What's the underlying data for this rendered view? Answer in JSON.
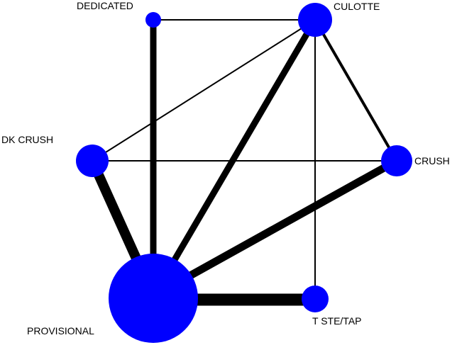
{
  "colors": {
    "node_fill": "#0000ff",
    "edge": "#000000",
    "background": "#ffffff"
  },
  "nodes": [
    {
      "id": "dedicated",
      "label": "DEDICATED"
    },
    {
      "id": "culotte",
      "label": "CULOTTE"
    },
    {
      "id": "dk_crush",
      "label": "DK CRUSH"
    },
    {
      "id": "crush",
      "label": "CRUSH"
    },
    {
      "id": "provisional",
      "label": "PROVISIONAL"
    },
    {
      "id": "t_stent",
      "label": "T STE/TAP"
    }
  ],
  "edges": [
    {
      "from": "dedicated",
      "to": "culotte"
    },
    {
      "from": "dedicated",
      "to": "provisional"
    },
    {
      "from": "culotte",
      "to": "dk_crush"
    },
    {
      "from": "culotte",
      "to": "crush"
    },
    {
      "from": "culotte",
      "to": "provisional"
    },
    {
      "from": "culotte",
      "to": "t_stent"
    },
    {
      "from": "dk_crush",
      "to": "crush"
    },
    {
      "from": "dk_crush",
      "to": "provisional"
    },
    {
      "from": "crush",
      "to": "provisional"
    },
    {
      "from": "provisional",
      "to": "t_stent"
    }
  ]
}
